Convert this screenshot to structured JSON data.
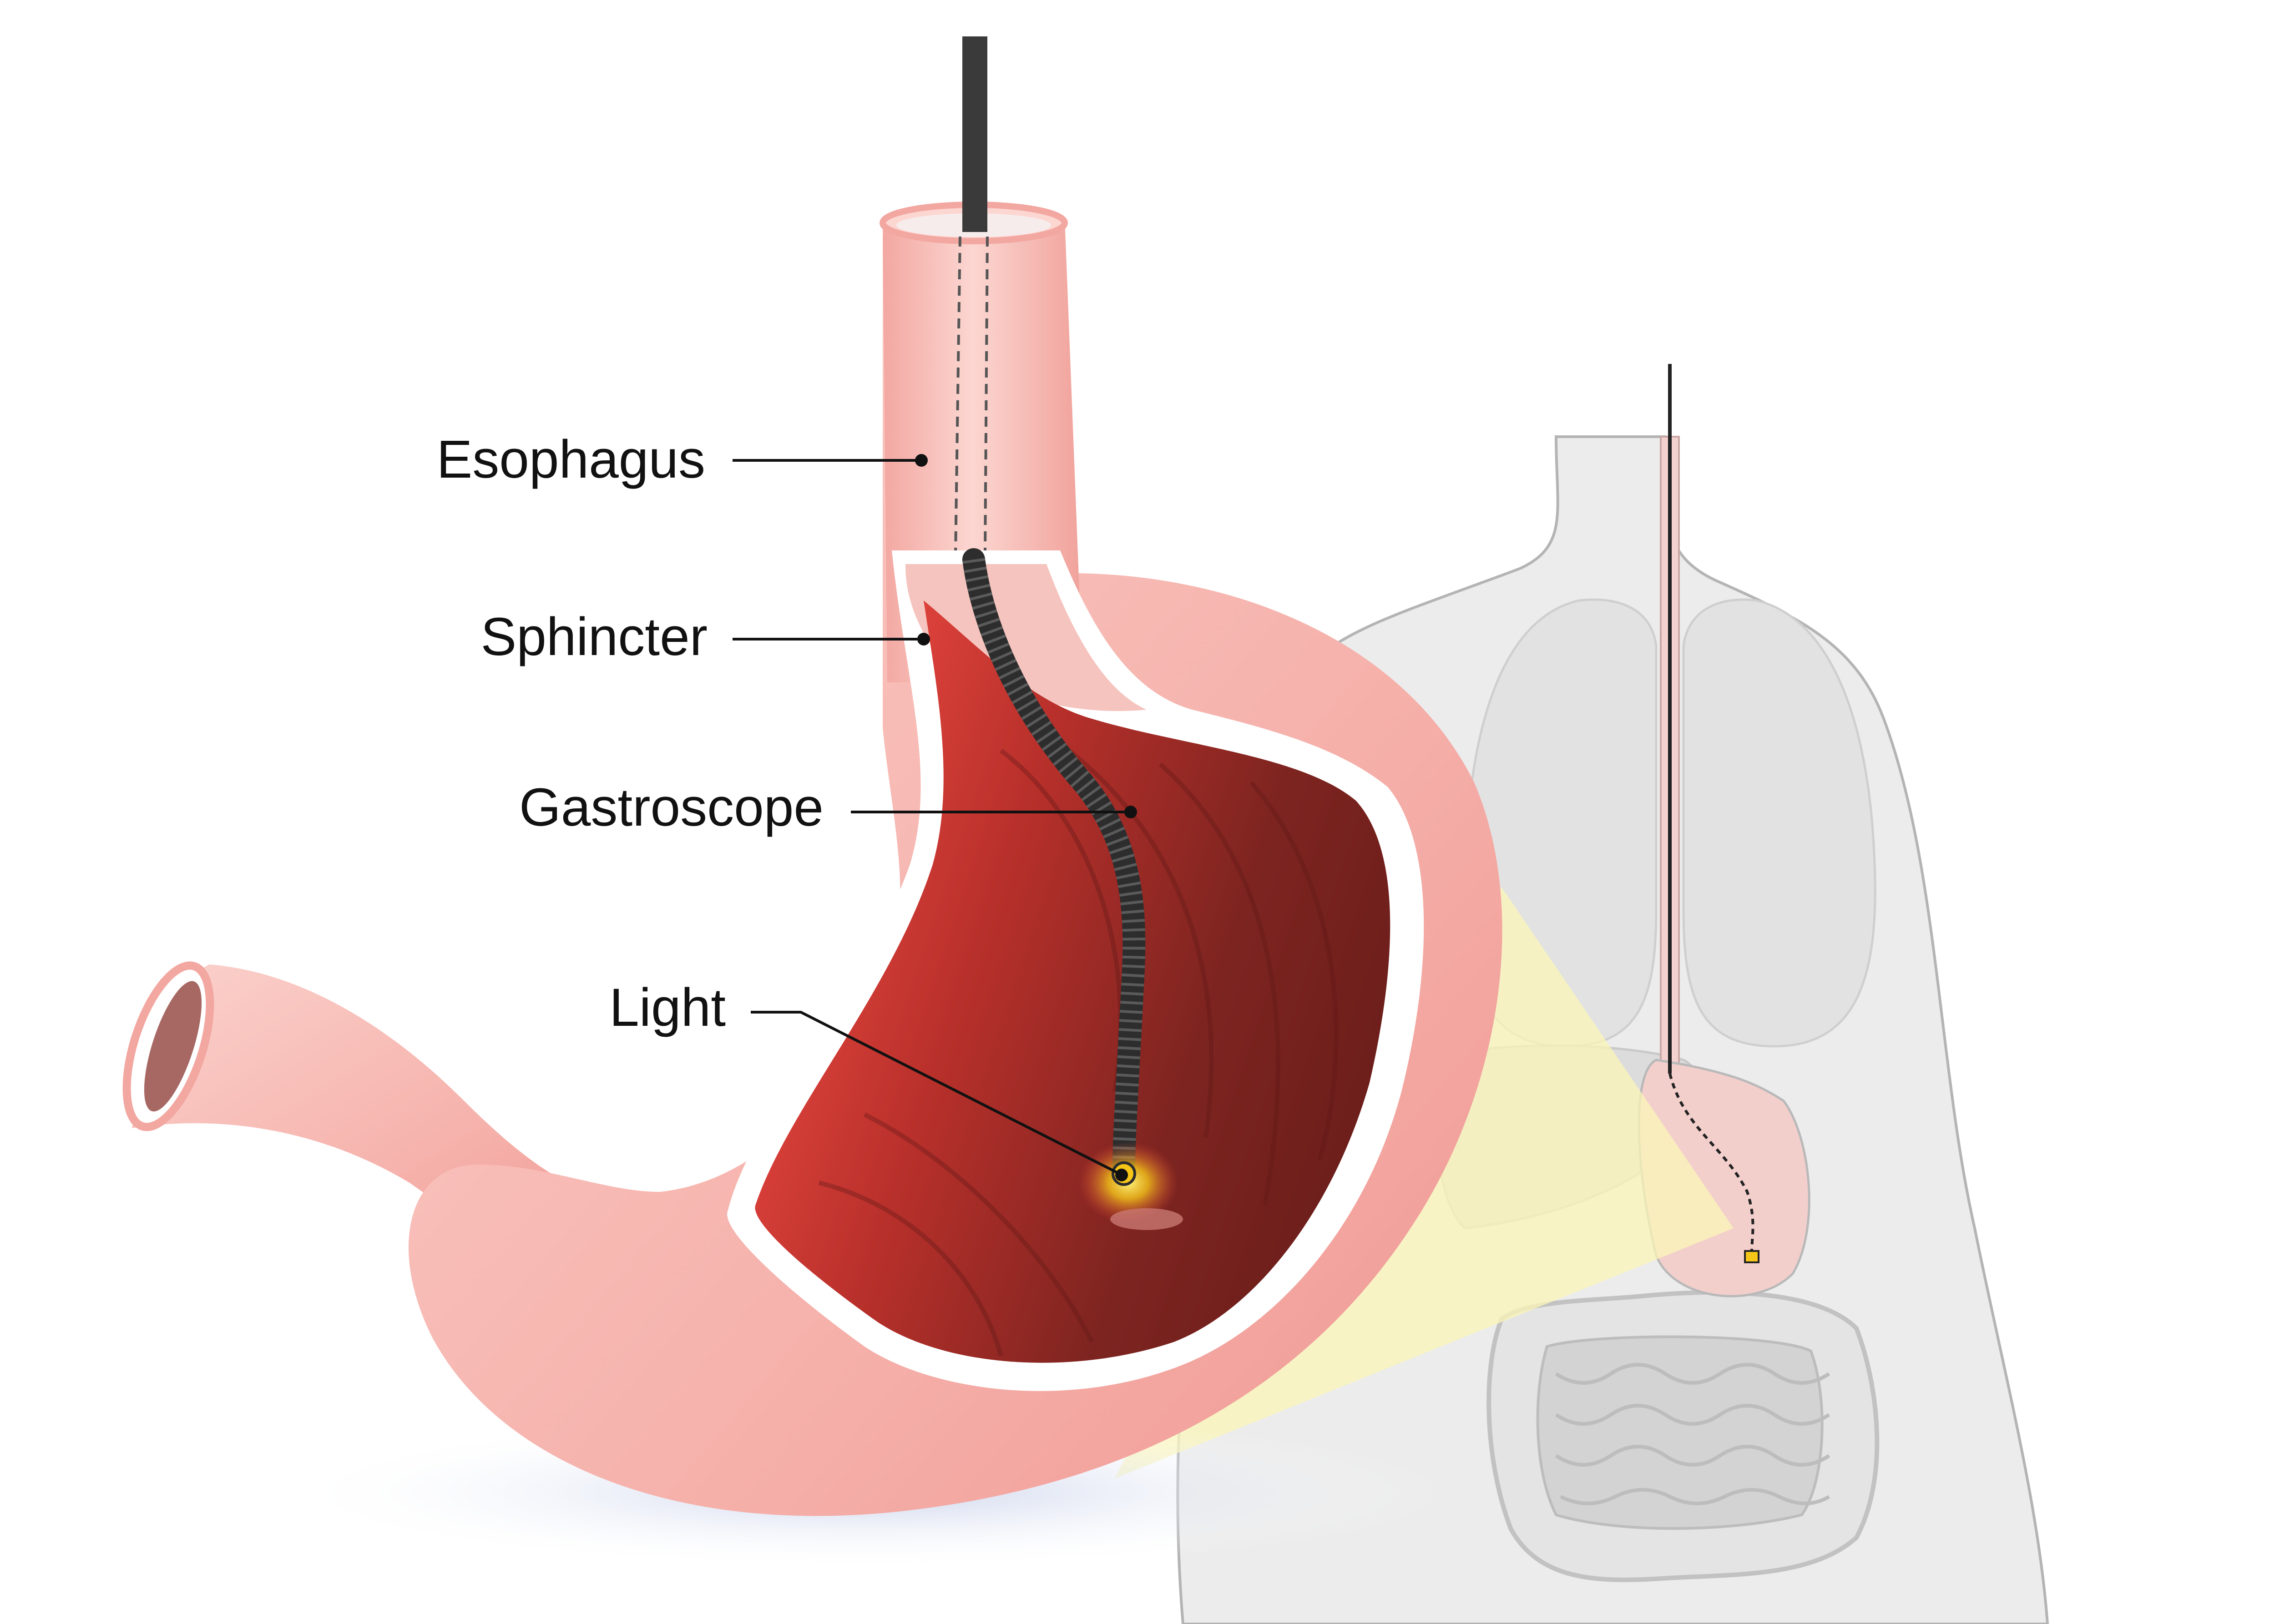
{
  "labels": {
    "esophagus": "Esophagus",
    "sphincter": "Sphincter",
    "gastroscope": "Gastroscope",
    "light": "Light"
  },
  "colors": {
    "stomach_wall": "#f7b9b3",
    "stomach_wall_edge": "#e8918c",
    "stomach_interior_light": "#e2483f",
    "stomach_interior_dark": "#6e1f1c",
    "gastroscope": "#2d2d2d",
    "light_glow": "#f5c518",
    "body_silhouette": "#ebebeb",
    "body_outline": "#a9a9a9",
    "view_cone": "#fbf6b8",
    "label_line": "#111111"
  },
  "icons": {
    "light_source": "light-glow-icon"
  }
}
